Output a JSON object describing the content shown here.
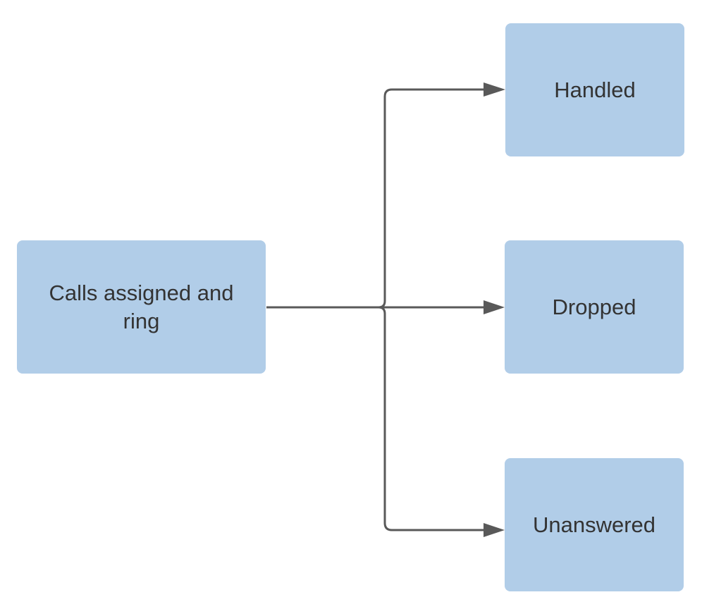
{
  "diagram": {
    "colors": {
      "node_fill": "#b1cde8",
      "node_text": "#333333",
      "connector": "#595959"
    },
    "source": {
      "label": "Calls assigned and ring"
    },
    "outcomes": [
      {
        "id": "handled",
        "label": "Handled"
      },
      {
        "id": "dropped",
        "label": "Dropped"
      },
      {
        "id": "unanswered",
        "label": "Unanswered"
      }
    ],
    "edges": [
      {
        "from": "source",
        "to": "handled"
      },
      {
        "from": "source",
        "to": "dropped"
      },
      {
        "from": "source",
        "to": "unanswered"
      }
    ]
  }
}
